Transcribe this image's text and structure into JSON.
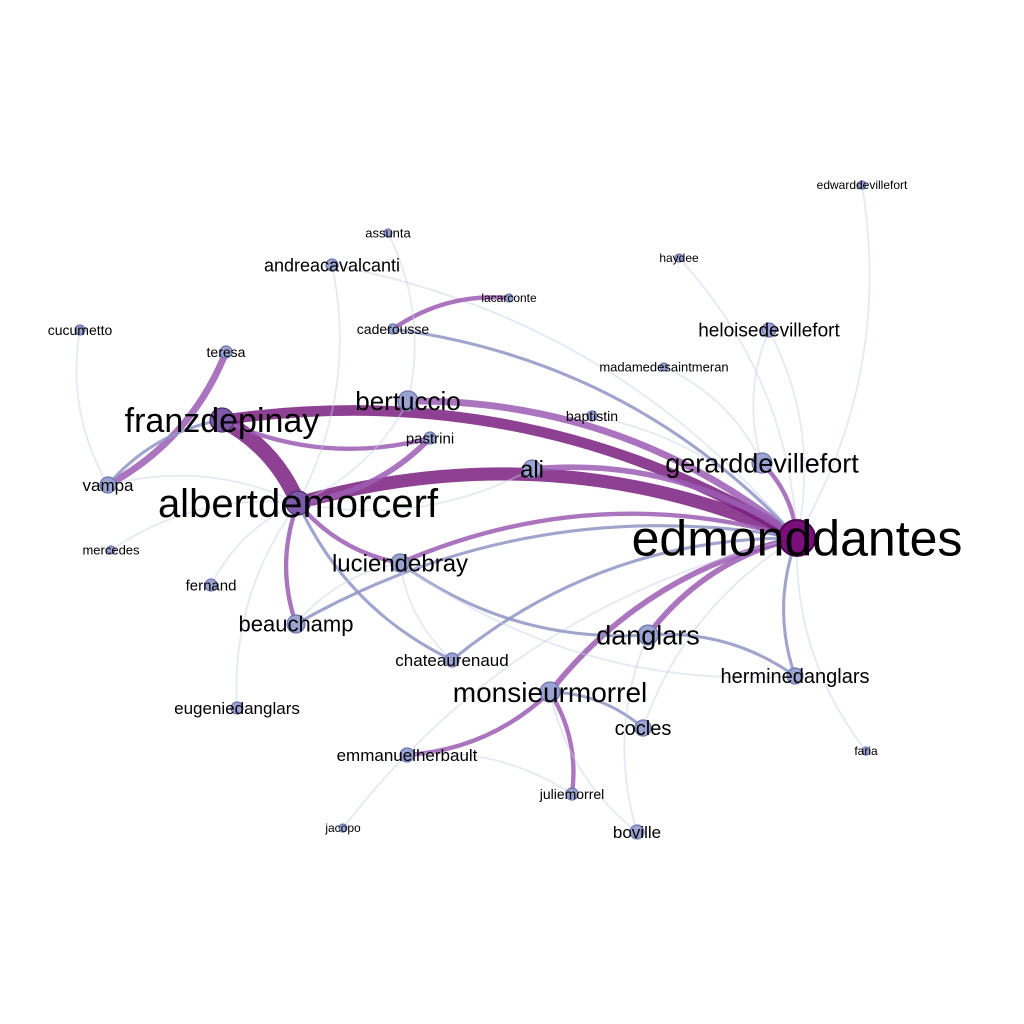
{
  "chart_data": {
    "type": "network",
    "colors": {
      "strong": "#7a1e80",
      "mid": "#9b5cb3",
      "light": "#8e95c4",
      "pale": "#c7cee6",
      "node_fill": "#9aa3d2",
      "node_stroke": "#6d76ad",
      "hub_fill": "#7a0f7c",
      "hub_stroke": "#4e0650"
    },
    "nodes": [
      {
        "id": "edmonddantes",
        "label": "edmonddantes",
        "weight": 100
      },
      {
        "id": "albertdemorcerf",
        "label": "albertdemorcerf",
        "weight": 70
      },
      {
        "id": "franzdepinay",
        "label": "franzdepinay",
        "weight": 60
      },
      {
        "id": "monsieurmorrel",
        "label": "monsieurmorrel",
        "weight": 48
      },
      {
        "id": "gerarddevillefort",
        "label": "gerarddevillefort",
        "weight": 42
      },
      {
        "id": "danglars",
        "label": "danglars",
        "weight": 42
      },
      {
        "id": "bertuccio",
        "label": "bertuccio",
        "weight": 40
      },
      {
        "id": "luciendebray",
        "label": "luciendebray",
        "weight": 36
      },
      {
        "id": "ali",
        "label": "ali",
        "weight": 34
      },
      {
        "id": "beauchamp",
        "label": "beauchamp",
        "weight": 32
      },
      {
        "id": "herminedanglars",
        "label": "herminedanglars",
        "weight": 30
      },
      {
        "id": "heloisedevillefort",
        "label": "heloisedevillefort",
        "weight": 28
      },
      {
        "id": "andreacavalcanti",
        "label": "andreacavalcanti",
        "weight": 26
      },
      {
        "id": "cocles",
        "label": "cocles",
        "weight": 28
      },
      {
        "id": "chateaurenaud",
        "label": "chateaurenaud",
        "weight": 24
      },
      {
        "id": "vampa",
        "label": "vampa",
        "weight": 24
      },
      {
        "id": "eugeniedanglars",
        "label": "eugeniedanglars",
        "weight": 22
      },
      {
        "id": "emmanuelherbault",
        "label": "emmanuelherbault",
        "weight": 22
      },
      {
        "id": "boville",
        "label": "boville",
        "weight": 22
      },
      {
        "id": "pastrini",
        "label": "pastrini",
        "weight": 18
      },
      {
        "id": "fernand",
        "label": "fernand",
        "weight": 18
      },
      {
        "id": "juliemorrel",
        "label": "juliemorrel",
        "weight": 16
      },
      {
        "id": "teresa",
        "label": "teresa",
        "weight": 16
      },
      {
        "id": "cucumetto",
        "label": "cucumetto",
        "weight": 14
      },
      {
        "id": "caderousse",
        "label": "caderousse",
        "weight": 14
      },
      {
        "id": "baptistin",
        "label": "baptistin",
        "weight": 14
      },
      {
        "id": "madamedesaintmeran",
        "label": "madamedesaintmeran",
        "weight": 12
      },
      {
        "id": "mercedes",
        "label": "mercedes",
        "weight": 12
      },
      {
        "id": "assunta",
        "label": "assunta",
        "weight": 12
      },
      {
        "id": "lacarconte",
        "label": "lacarconte",
        "weight": 11
      },
      {
        "id": "faria",
        "label": "faria",
        "weight": 11
      },
      {
        "id": "jacopo",
        "label": "jacopo",
        "weight": 10
      },
      {
        "id": "haydee",
        "label": "haydee",
        "weight": 10
      },
      {
        "id": "edwarddevillefort",
        "label": "edwarddevillefort",
        "weight": 10
      }
    ],
    "edges": [
      {
        "source": "albertdemorcerf",
        "target": "edmonddantes",
        "weight": 10
      },
      {
        "source": "franzdepinay",
        "target": "edmonddantes",
        "weight": 8
      },
      {
        "source": "franzdepinay",
        "target": "albertdemorcerf",
        "weight": 12
      },
      {
        "source": "bertuccio",
        "target": "edmonddantes",
        "weight": 5
      },
      {
        "source": "ali",
        "target": "edmonddantes",
        "weight": 4
      },
      {
        "source": "monsieurmorrel",
        "target": "edmonddantes",
        "weight": 4
      },
      {
        "source": "danglars",
        "target": "edmonddantes",
        "weight": 4
      },
      {
        "source": "luciendebray",
        "target": "edmonddantes",
        "weight": 3
      },
      {
        "source": "gerarddevillefort",
        "target": "edmonddantes",
        "weight": 3
      },
      {
        "source": "beauchamp",
        "target": "edmonddantes",
        "weight": 2
      },
      {
        "source": "herminedanglars",
        "target": "edmonddantes",
        "weight": 2
      },
      {
        "source": "chateaurenaud",
        "target": "edmonddantes",
        "weight": 2
      },
      {
        "source": "pastrini",
        "target": "albertdemorcerf",
        "weight": 4
      },
      {
        "source": "pastrini",
        "target": "franzdepinay",
        "weight": 3
      },
      {
        "source": "teresa",
        "target": "vampa",
        "weight": 5
      },
      {
        "source": "luciendebray",
        "target": "albertdemorcerf",
        "weight": 3
      },
      {
        "source": "beauchamp",
        "target": "albertdemorcerf",
        "weight": 3
      },
      {
        "source": "monsieurmorrel",
        "target": "juliemorrel",
        "weight": 3
      },
      {
        "source": "monsieurmorrel",
        "target": "emmanuelherbault",
        "weight": 3
      },
      {
        "source": "monsieurmorrel",
        "target": "cocles",
        "weight": 2
      },
      {
        "source": "danglars",
        "target": "herminedanglars",
        "weight": 2
      },
      {
        "source": "heloisedevillefort",
        "target": "edmonddantes",
        "weight": 1
      },
      {
        "source": "andreacavalcanti",
        "target": "edmonddantes",
        "weight": 1
      },
      {
        "source": "baptistin",
        "target": "edmonddantes",
        "weight": 1
      },
      {
        "source": "madamedesaintmeran",
        "target": "gerarddevillefort",
        "weight": 1
      },
      {
        "source": "caderousse",
        "target": "edmonddantes",
        "weight": 2
      },
      {
        "source": "caderousse",
        "target": "lacarconte",
        "weight": 3
      },
      {
        "source": "assunta",
        "target": "bertuccio",
        "weight": 1
      },
      {
        "source": "vampa",
        "target": "cucumetto",
        "weight": 1
      },
      {
        "source": "vampa",
        "target": "franzdepinay",
        "weight": 2
      },
      {
        "source": "vampa",
        "target": "albertdemorcerf",
        "weight": 1
      },
      {
        "source": "mercedes",
        "target": "albertdemorcerf",
        "weight": 1
      },
      {
        "source": "fernand",
        "target": "albertdemorcerf",
        "weight": 1
      },
      {
        "source": "eugeniedanglars",
        "target": "albertdemorcerf",
        "weight": 1
      },
      {
        "source": "andreacavalcanti",
        "target": "albertdemorcerf",
        "weight": 1
      },
      {
        "source": "boville",
        "target": "monsieurmorrel",
        "weight": 1
      },
      {
        "source": "boville",
        "target": "danglars",
        "weight": 1
      },
      {
        "source": "faria",
        "target": "edmonddantes",
        "weight": 1
      },
      {
        "source": "jacopo",
        "target": "edmonddantes",
        "weight": 1
      },
      {
        "source": "haydee",
        "target": "edmonddantes",
        "weight": 1
      },
      {
        "source": "edwarddevillefort",
        "target": "edmonddantes",
        "weight": 1
      },
      {
        "source": "bertuccio",
        "target": "albertdemorcerf",
        "weight": 1
      },
      {
        "source": "chateaurenaud",
        "target": "albertdemorcerf",
        "weight": 2
      },
      {
        "source": "chateaurenaud",
        "target": "luciendebray",
        "weight": 1
      },
      {
        "source": "danglars",
        "target": "luciendebray",
        "weight": 2
      },
      {
        "source": "herminedanglars",
        "target": "luciendebray",
        "weight": 1
      },
      {
        "source": "cocles",
        "target": "edmonddantes",
        "weight": 1
      },
      {
        "source": "gerarddevillefort",
        "target": "heloisedevillefort",
        "weight": 1
      },
      {
        "source": "ali",
        "target": "albertdemorcerf",
        "weight": 1
      },
      {
        "source": "beauchamp",
        "target": "luciendebray",
        "weight": 1
      },
      {
        "source": "emmanuelherbault",
        "target": "juliemorrel",
        "weight": 1
      }
    ]
  }
}
